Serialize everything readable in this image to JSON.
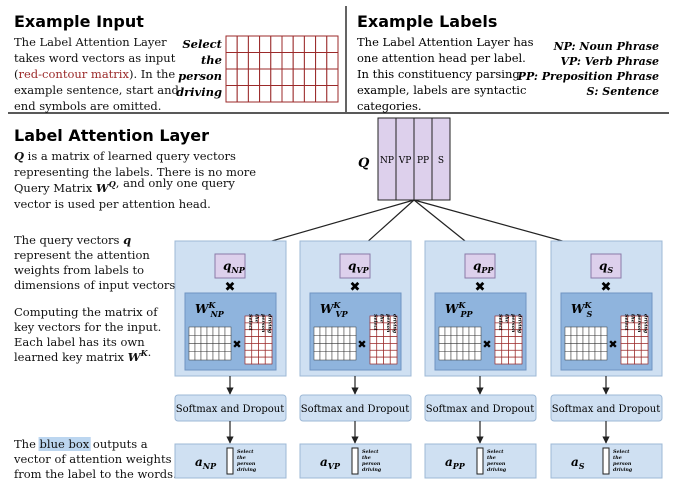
{
  "top_left": {
    "heading": "Example Input",
    "lines": [
      [
        {
          "t": "The Label Attention Layer",
          "c": "#111"
        }
      ],
      [
        {
          "t": "takes word vectors as input",
          "c": "#111"
        }
      ],
      [
        {
          "t": "(",
          "c": "#111"
        },
        {
          "t": "red-contour matrix",
          "c": "#9b2a2a"
        },
        {
          "t": "). In the",
          "c": "#111"
        }
      ],
      [
        {
          "t": "example sentence, start and",
          "c": "#111"
        }
      ],
      [
        {
          "t": "end symbols are omitted.",
          "c": "#111"
        }
      ]
    ],
    "words": [
      "Select",
      "the",
      "person",
      "driving"
    ]
  },
  "top_right": {
    "heading": "Example Labels",
    "lines": [
      "The Label Attention Layer has",
      "one attention head per label.",
      "In this constituency parsing",
      "example, labels are syntactic",
      "categories."
    ],
    "legend": [
      "NP: Noun Phrase",
      "VP: Verb Phrase",
      "PP: Preposition Phrase",
      "S: Sentence"
    ]
  },
  "section": {
    "heading": "Label Attention Layer",
    "q_desc_lines": [
      [
        {
          "t": "Q",
          "s": "bi"
        },
        {
          "t": " is a matrix of learned query vectors",
          "s": ""
        }
      ],
      [
        {
          "t": "representing the labels. There is no more",
          "s": ""
        }
      ],
      [
        {
          "t": "Query Matrix ",
          "s": ""
        },
        {
          "t": "W",
          "s": "bi"
        },
        {
          "t": "Q",
          "s": "sup"
        },
        {
          "t": ", and only one query",
          "s": ""
        }
      ],
      [
        {
          "t": "vector is used per attention head.",
          "s": ""
        }
      ]
    ],
    "query_desc_lines": [
      [
        {
          "t": "The query vectors ",
          "s": ""
        },
        {
          "t": "q",
          "s": "bi"
        }
      ],
      [
        {
          "t": "represent the attention",
          "s": ""
        }
      ],
      [
        {
          "t": "weights from labels to",
          "s": ""
        }
      ],
      [
        {
          "t": "dimensions of input vectors.",
          "s": ""
        }
      ]
    ],
    "key_desc_lines": [
      [
        {
          "t": "Computing the matrix of",
          "s": ""
        }
      ],
      [
        {
          "t": "key vectors for the input.",
          "s": ""
        }
      ],
      [
        {
          "t": "Each label has its own",
          "s": ""
        }
      ],
      [
        {
          "t": "learned key matrix ",
          "s": ""
        },
        {
          "t": "W",
          "s": "bi"
        },
        {
          "t": "K",
          "s": "sup"
        },
        {
          "t": ".",
          "s": ""
        }
      ]
    ],
    "output_desc_lines": [
      [
        {
          "t": "The ",
          "s": ""
        },
        {
          "t": "blue box",
          "s": "hl"
        },
        {
          "t": " outputs a",
          "s": ""
        }
      ],
      [
        {
          "t": "vector of attention weights",
          "s": ""
        }
      ],
      [
        {
          "t": "from the label to the words.",
          "s": ""
        }
      ]
    ]
  },
  "q_matrix": {
    "label": "Q",
    "columns": [
      "NP",
      "VP",
      "PP",
      "S"
    ]
  },
  "softmax_label": "Softmax and Dropout",
  "mini_words": [
    "Select",
    "the",
    "person",
    "driving"
  ],
  "heads": [
    {
      "id": "NP",
      "q": "q",
      "w": "W",
      "w_sup": "K",
      "a": "a"
    },
    {
      "id": "VP",
      "q": "q",
      "w": "W",
      "w_sup": "K",
      "a": "a"
    },
    {
      "id": "PP",
      "q": "q",
      "w": "W",
      "w_sup": "K",
      "a": "a"
    },
    {
      "id": "S",
      "q": "q",
      "w": "W",
      "w_sup": "K",
      "a": "a"
    }
  ],
  "colors": {
    "light_blue": "#cfe0f2",
    "mid_blue": "#8fb4dd",
    "purple": "#ddd0ec",
    "red": "#9b2a2a",
    "highlight": "#bcd6f0"
  }
}
